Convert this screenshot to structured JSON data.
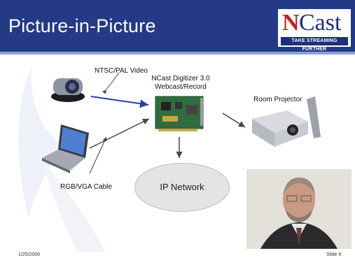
{
  "slide": {
    "title": "Picture-in-Picture",
    "logo": {
      "letter_n": "N",
      "word": "Cast",
      "tagline": "TAKE STREAMING FURTHER"
    },
    "labels": {
      "ntsc": "NTSC/PAL Video",
      "digitizer_line1": "NCast Digitizer 3.0",
      "digitizer_line2": "Webcast/Record",
      "projector": "Room Projector",
      "rgb": "RGB/VGA Cable",
      "network": "IP Network"
    },
    "footer": {
      "date": "1/25/2006",
      "slide": "Slide 6"
    }
  },
  "colors": {
    "header": "#253a86",
    "logo_red": "#c51f24",
    "logo_blue": "#1d2f7a",
    "video_arrow": "#2a3fb0"
  }
}
